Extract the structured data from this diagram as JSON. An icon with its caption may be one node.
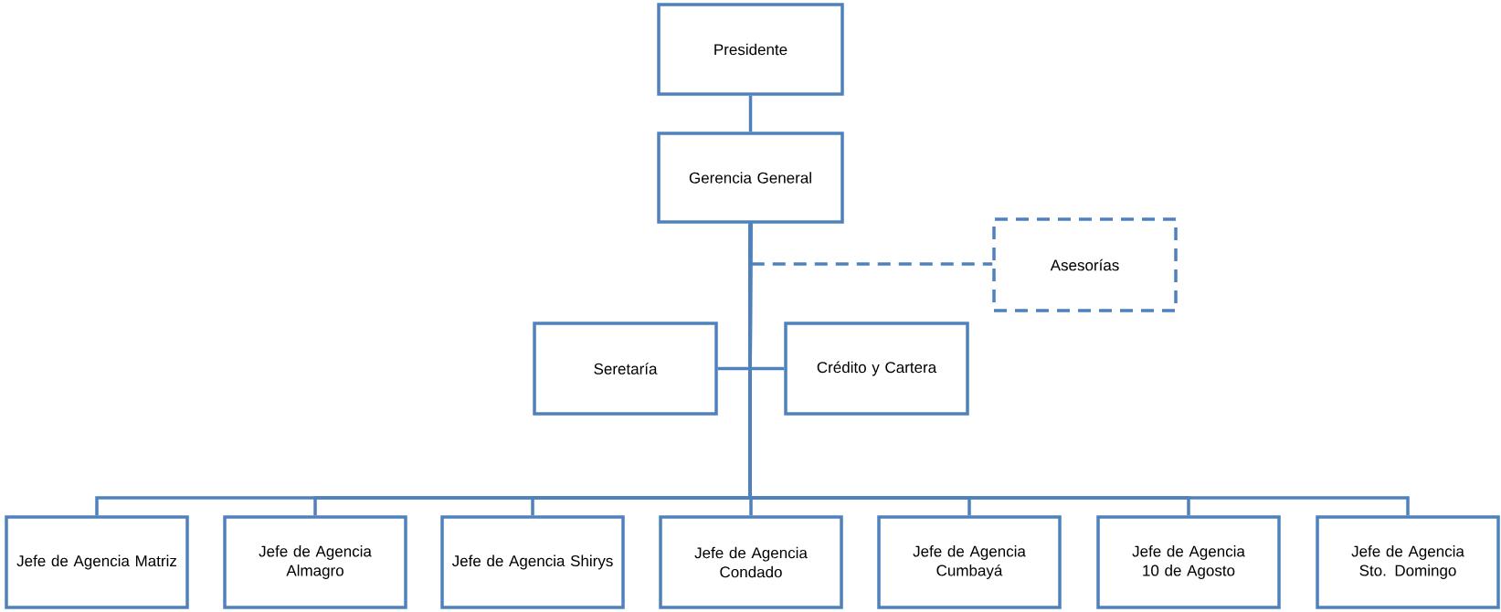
{
  "diagram": {
    "nodes": [
      {
        "text": [
          "Presidente"
        ]
      },
      {
        "text": [
          "Gerencia General"
        ]
      },
      {
        "text": [
          "Asesorías"
        ]
      },
      {
        "text": [
          "Seretaría"
        ]
      },
      {
        "text": [
          "Crédito y Cartera"
        ]
      },
      {
        "text": [
          "Jefe de Agencia Matriz"
        ]
      },
      {
        "text": [
          "Jefe de Agencia Almagro"
        ]
      },
      {
        "text": [
          "Jefe de Agencia Shirys"
        ]
      },
      {
        "text": [
          "Jefe de Agencia Condado"
        ]
      },
      {
        "text": [
          "Jefe de Agencia Cumbayá"
        ]
      },
      {
        "text": [
          "Jefe de Agencia 10 de Agosto"
        ]
      },
      {
        "text": [
          "Jefe de Agencia Sto. Domingo"
        ]
      }
    ],
    "edges": [
      {
        "from": 0,
        "to": 1,
        "arrow": "none"
      },
      {
        "from": 1,
        "to": 2,
        "arrow": "none",
        "style": "dashed"
      },
      {
        "from": 1,
        "to": 3,
        "arrow": "none"
      },
      {
        "from": 1,
        "to": 4,
        "arrow": "none"
      },
      {
        "from": 1,
        "to": 5,
        "arrow": "none"
      },
      {
        "from": 1,
        "to": 6,
        "arrow": "none"
      },
      {
        "from": 1,
        "to": 7,
        "arrow": "none"
      },
      {
        "from": 1,
        "to": 8,
        "arrow": "none"
      },
      {
        "from": 1,
        "to": 9,
        "arrow": "none"
      },
      {
        "from": 1,
        "to": 10,
        "arrow": "none"
      },
      {
        "from": 1,
        "to": 11,
        "arrow": "none"
      }
    ]
  }
}
